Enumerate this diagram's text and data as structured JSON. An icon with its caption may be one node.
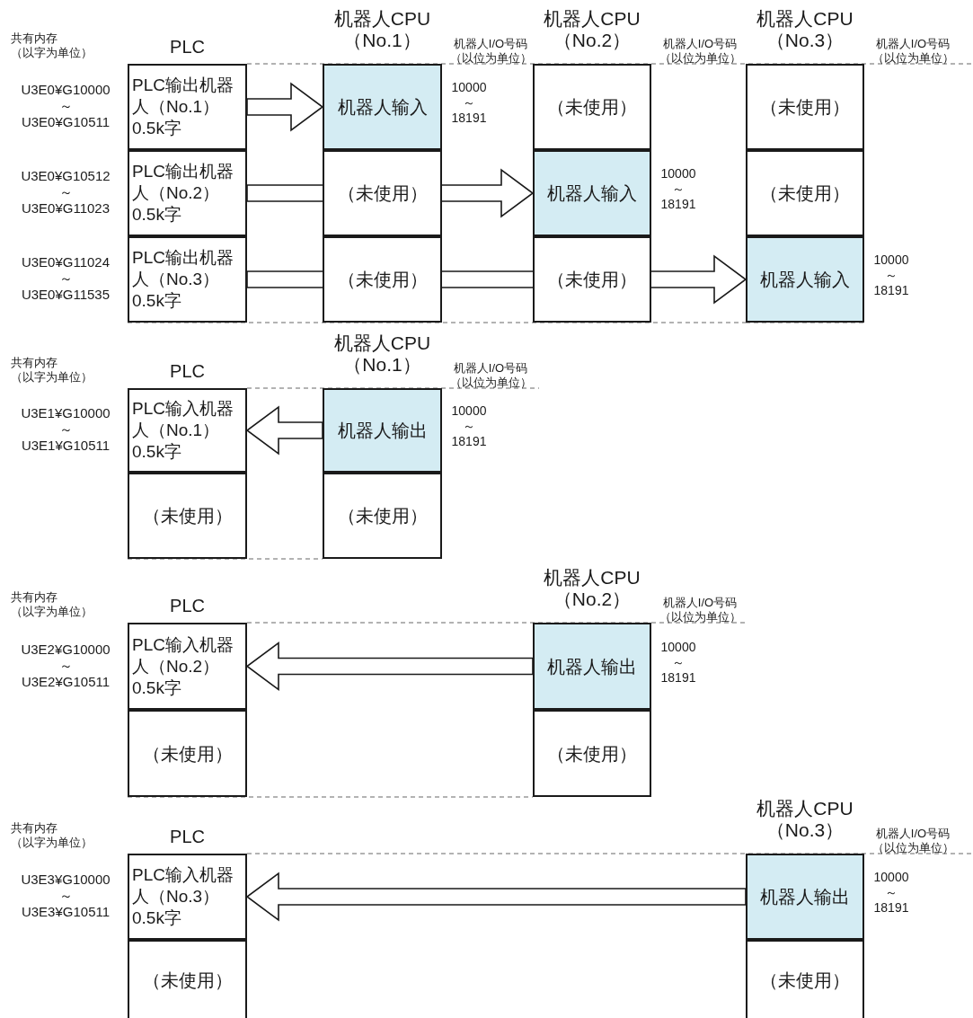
{
  "diagram": {
    "nodes": [
      {
        "text": [
          "PLC输出机器人（No.1）",
          "0.5k字"
        ],
        "beside": [
          "U3E0¥G10000 ～ U3E0¥G10511"
        ]
      },
      {
        "text": [
          "机器人输入"
        ],
        "beside": [
          "10000 ～ 18191"
        ]
      },
      {
        "text": [
          "（未使用）"
        ]
      },
      {
        "text": [
          "（未使用）"
        ]
      },
      {
        "text": [
          "PLC输出机器人（No.2）",
          "0.5k字"
        ],
        "beside": [
          "U3E0¥G10512 ～ U3E0¥G11023"
        ]
      },
      {
        "text": [
          "（未使用）"
        ]
      },
      {
        "text": [
          "机器人输入"
        ],
        "beside": [
          "10000 ～ 18191"
        ]
      },
      {
        "text": [
          "（未使用）"
        ]
      },
      {
        "text": [
          "PLC输出机器人（No.3）",
          "0.5k字"
        ],
        "beside": [
          "U3E0¥G11024 ～ U3E0¥G11535"
        ]
      },
      {
        "text": [
          "（未使用）"
        ]
      },
      {
        "text": [
          "（未使用）"
        ]
      },
      {
        "text": [
          "机器人输入"
        ],
        "beside": [
          "10000 ～ 18191"
        ]
      },
      {
        "text": [
          "PLC输入机器人（No.1）",
          "0.5k字"
        ],
        "beside": [
          "U3E1¥G10000 ～ U3E1¥G10511"
        ]
      },
      {
        "text": [
          "机器人输出"
        ],
        "beside": [
          "10000 ～ 18191"
        ]
      },
      {
        "text": [
          "（未使用）"
        ]
      },
      {
        "text": [
          "（未使用）"
        ]
      },
      {
        "text": [
          "PLC输入机器人（No.2）",
          "0.5k字"
        ],
        "beside": [
          "U3E2¥G10000 ～ U3E2¥G10511"
        ]
      },
      {
        "text": [
          "机器人输出"
        ],
        "beside": [
          "10000 ～ 18191"
        ]
      },
      {
        "text": [
          "（未使用）"
        ]
      },
      {
        "text": [
          "（未使用）"
        ]
      },
      {
        "text": [
          "PLC输入机器人（No.3）",
          "0.5k字"
        ],
        "beside": [
          "U3E3¥G10000 ～ U3E3¥G10511"
        ]
      },
      {
        "text": [
          "机器人输出"
        ],
        "beside": [
          "10000 ～ 18191"
        ]
      },
      {
        "text": [
          "（未使用）"
        ]
      },
      {
        "text": [
          "（未使用）"
        ]
      }
    ],
    "edges": [
      {
        "from": 0,
        "to": 1,
        "arrow": "to"
      },
      {
        "from": 4,
        "to": 6,
        "arrow": "to"
      },
      {
        "from": 8,
        "to": 11,
        "arrow": "to"
      },
      {
        "from": 13,
        "to": 12,
        "arrow": "to"
      },
      {
        "from": 17,
        "to": 16,
        "arrow": "to"
      },
      {
        "from": 21,
        "to": 20,
        "arrow": "to"
      }
    ],
    "labels": [
      "共有内存（以字为单位）",
      "PLC",
      "机器人CPU（No.1）",
      "机器人I/O号码（以位为单位）",
      "机器人CPU（No.2）",
      "机器人I/O号码（以位为单位）",
      "机器人CPU（No.3）",
      "机器人I/O号码（以位为单位）",
      "共有内存（以字为单位）",
      "PLC",
      "机器人CPU（No.1）",
      "机器人I/O号码（以位为单位）",
      "共有内存（以字为单位）",
      "PLC",
      "机器人CPU（No.2）",
      "机器人I/O号码（以位为单位）",
      "共有内存（以字为单位）",
      "PLC",
      "机器人CPU（No.3）",
      "机器人I/O号码（以位为单位）"
    ]
  }
}
